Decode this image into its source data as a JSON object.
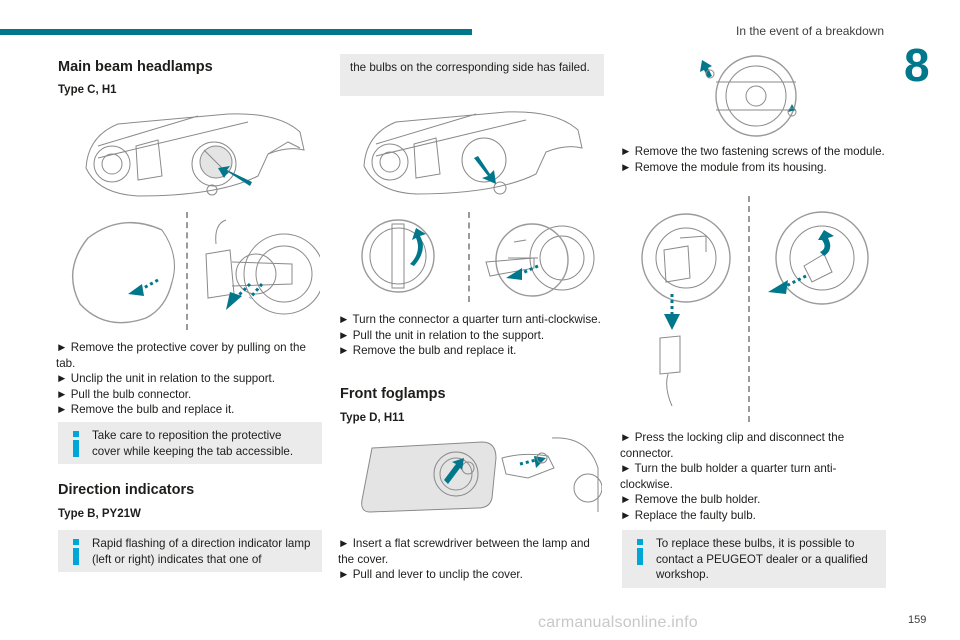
{
  "header": {
    "chapter_title": "In the event of a breakdown",
    "chapter_number": "8",
    "page_number": "159"
  },
  "watermark": "carmanualsonline.info",
  "col1": {
    "heading": "Main beam headlamps",
    "type_label": "Type C, H1",
    "steps": [
      "► Remove the protective cover by pulling on the tab.",
      "► Unclip the unit in relation to the support.",
      "► Pull the bulb connector.",
      "► Remove the bulb and replace it."
    ],
    "info_text": "Take care to reposition the protective cover while keeping the tab accessible.",
    "heading2": "Direction indicators",
    "type_label2": "Type B, PY21W",
    "info_text2": "Rapid flashing of a direction indicator lamp (left or right) indicates that one of"
  },
  "col2": {
    "info_continued": "the bulbs on the corresponding side has failed.",
    "steps": [
      "► Turn the connector a quarter turn anti-clockwise.",
      "► Pull the unit in relation to the support.",
      "► Remove the bulb and replace it."
    ],
    "heading": "Front foglamps",
    "type_label": "Type D, H11",
    "steps2": [
      "► Insert a flat screwdriver between the lamp and the cover.",
      "► Pull and lever to unclip the cover."
    ]
  },
  "col3": {
    "steps": [
      "► Remove the two fastening screws of the module.",
      "► Remove the module from its housing."
    ],
    "steps2": [
      "► Press the locking clip and disconnect the connector.",
      "► Turn the bulb holder a quarter turn anti-clockwise.",
      "► Remove the bulb holder.",
      "► Replace the faulty bulb."
    ],
    "info_text": "To replace these bulbs, it is possible to contact a PEUGEOT dealer or a qualified workshop."
  },
  "colors": {
    "accent": "#00778b",
    "info_icon": "#00a7d6",
    "info_bg": "#ebebeb"
  },
  "icons": [
    "info-icon"
  ]
}
